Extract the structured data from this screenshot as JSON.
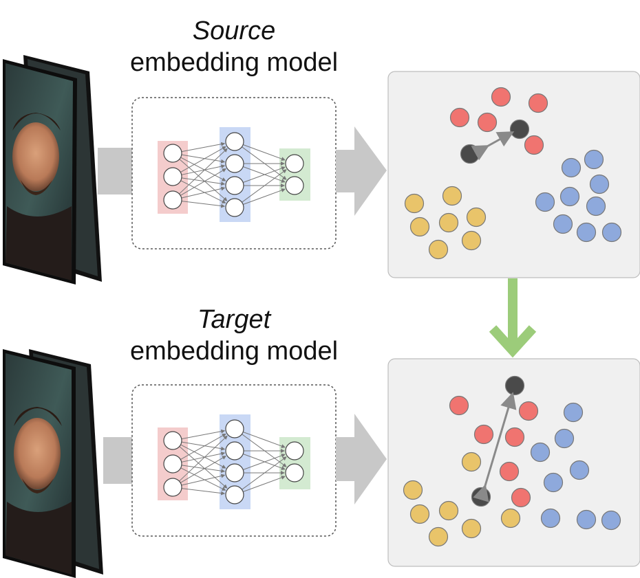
{
  "source": {
    "label_italic": "Source",
    "label_rest": "embedding model"
  },
  "target": {
    "label_italic": "Target",
    "label_rest": "embedding model"
  },
  "colors": {
    "red": "#f07470",
    "yellow": "#e9c46a",
    "blue": "#8ea9dc",
    "dark": "#4a4a4a",
    "arrow_gray": "#c8c8c8",
    "arrow_green": "#9ccc7a",
    "panel_bg": "#f0f0f0",
    "input_layer": "#f4cccc",
    "hidden_layer": "#c9d8f5",
    "output_layer": "#d3ead1"
  }
}
